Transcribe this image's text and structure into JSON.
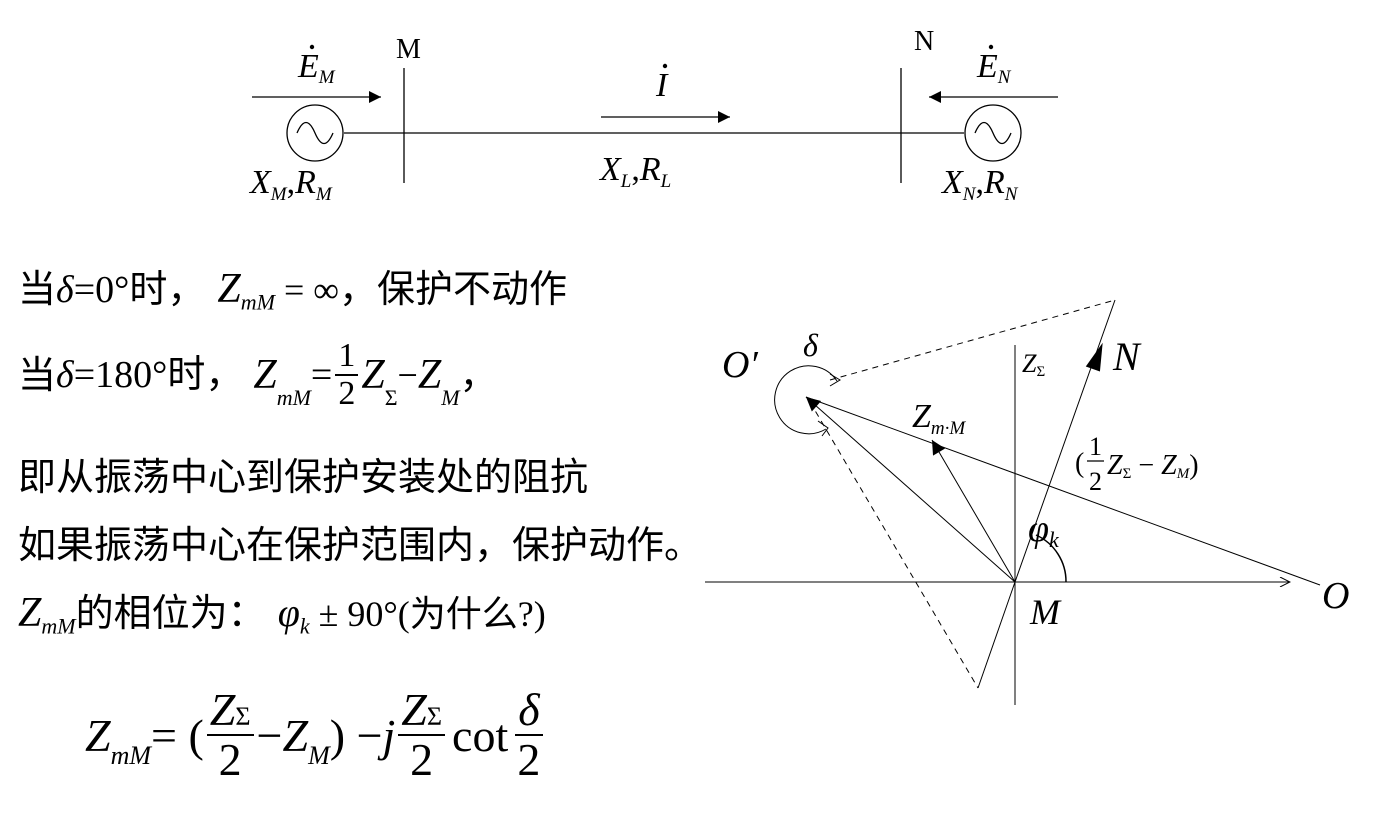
{
  "circuit": {
    "bus_m": "M",
    "bus_n": "N",
    "em": {
      "sym": "E",
      "sub": "M"
    },
    "en": {
      "sym": "E",
      "sub": "N"
    },
    "i": "I",
    "xm": {
      "x": "X",
      "xs": "M",
      "r": "R",
      "rs": "M",
      "sep": ","
    },
    "xl": {
      "x": "X",
      "xs": "L",
      "r": "R",
      "rs": "L",
      "sep": ","
    },
    "xn": {
      "x": "X",
      "xs": "N",
      "r": "R",
      "rs": "N",
      "sep": ","
    }
  },
  "text": {
    "l1_a": "当",
    "l1_delta": "δ",
    "l1_b": "=0°时，",
    "l1_z": "Z",
    "l1_zs": "mM",
    "l1_eq": " = ∞",
    "l1_c": "，保护不动作",
    "l2_a": "当",
    "l2_delta": "δ",
    "l2_b": "=180°时，",
    "l2_z": "Z",
    "l2_zs": "mM",
    "l2_eq": "=",
    "l2_num": "1",
    "l2_den": "2",
    "l2_zsig": "Z",
    "l2_sig": "Σ",
    "l2_minus": " − ",
    "l2_zm": "Z",
    "l2_zms": "M",
    "l2_c": "，",
    "l3": "即从振荡中心到保护安装处的阻抗",
    "l4": "如果振荡中心在保护范围内，保护动作。",
    "l5_z": "Z",
    "l5_zs": "mM",
    "l5_a": "的相位为：",
    "l5_phi": "φ",
    "l5_phis": "k",
    "l5_b": " ± 90°(为什么?)"
  },
  "formula": {
    "z": "Z",
    "zs": "mM",
    "eq": " = (",
    "num1_z": "Z",
    "num1_s": "Σ",
    "den1": "2",
    "minus": " − ",
    "zm": "Z",
    "zms": "M",
    "close": ") − ",
    "j": "j",
    "num2_z": "Z",
    "num2_s": "Σ",
    "den2": "2",
    "cot": "cot",
    "num3": "δ",
    "den3": "2"
  },
  "phasor": {
    "o_prime": "O′",
    "o": "O",
    "m": "M",
    "n": "N",
    "delta": "δ",
    "zsig": {
      "sym": "Z",
      "sub": "Σ"
    },
    "zmm": {
      "sym": "Z",
      "sub": "m·M"
    },
    "phi": {
      "sym": "φ",
      "sub": "k"
    },
    "half": {
      "open": "(",
      "num": "1",
      "den": "2",
      "z": "Z",
      "zs": "Σ",
      "minus": " − ",
      "zm": "Z",
      "zms": "M",
      "close": ")"
    }
  }
}
